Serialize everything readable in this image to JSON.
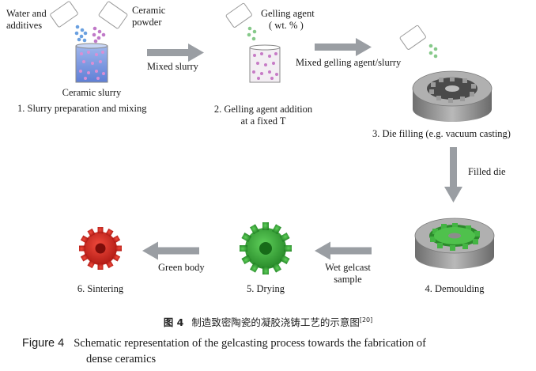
{
  "stage1": {
    "water_line1": "Water and",
    "water_line2": "additives",
    "ceramic_line1": "Ceramic",
    "ceramic_line2": "powder",
    "slurry": "Ceramic slurry",
    "title": "1. Slurry preparation and mixing"
  },
  "arrow1_label": "Mixed slurry",
  "stage2": {
    "gel_line1": "Gelling agent",
    "gel_line2": "( wt. % )",
    "title_line1": "2. Gelling agent addition",
    "title_line2": "at a fixed T"
  },
  "arrow2_label": "Mixed gelling agent/slurry",
  "stage3": {
    "title": "3. Die filling (e.g. vacuum casting)"
  },
  "arrow3_label": "Filled die",
  "stage4": {
    "title": "4. Demoulding"
  },
  "arrow4_label_line1": "Wet gelcast",
  "arrow4_label_line2": "sample",
  "stage5": {
    "title": "5. Drying"
  },
  "arrow5_label": "Green body",
  "stage6": {
    "title": "6. Sintering"
  },
  "caption_cn": {
    "label": "图 4",
    "text": "制造致密陶瓷的凝胶浇铸工艺的示意图",
    "ref": "[20]"
  },
  "caption_en": {
    "label": "Figure 4",
    "line1": "Schematic representation of the gelcasting process towards the fabrication of",
    "line2": "dense ceramics"
  },
  "colors": {
    "arrow": "#9a9ea3",
    "slurry": "#7f9be0",
    "gear_green": "#3aa83a",
    "gear_red": "#d42a24",
    "die": "#8c8c8c"
  }
}
